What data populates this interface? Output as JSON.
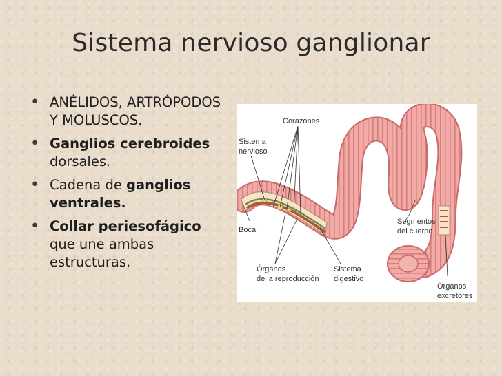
{
  "slide": {
    "title": "Sistema nervioso ganglionar",
    "bullets": [
      {
        "text": "ANÉLIDOS, ARTRÓPODOS Y MOLUSCOS."
      },
      {
        "bold": "Ganglios cerebroides",
        "text": "dorsales."
      },
      {
        "text": "Cadena de",
        "bold": "ganglios ventrales."
      },
      {
        "bold": "Collar periesofágico",
        "text": "que une ambas estructuras."
      }
    ]
  },
  "diagram": {
    "labels": {
      "corazones": "Corazones",
      "sistema_nervioso_1": "Sistema",
      "sistema_nervioso_2": "nervioso",
      "boca": "Boca",
      "organos_repro_1": "Órganos",
      "organos_repro_2": "de la reproducción",
      "sistema_digestivo_1": "Sistema",
      "sistema_digestivo_2": "digestivo",
      "segmentos_1": "Segmentos",
      "segmentos_2": "del cuerpo",
      "organos_excretores_1": "Órganos",
      "organos_excretores_2": "excretores"
    },
    "colors": {
      "worm": "#ee9c98",
      "worm_dark": "#c86a6a",
      "background": "#ffffff",
      "slide_bg": "#e9dccb"
    }
  }
}
